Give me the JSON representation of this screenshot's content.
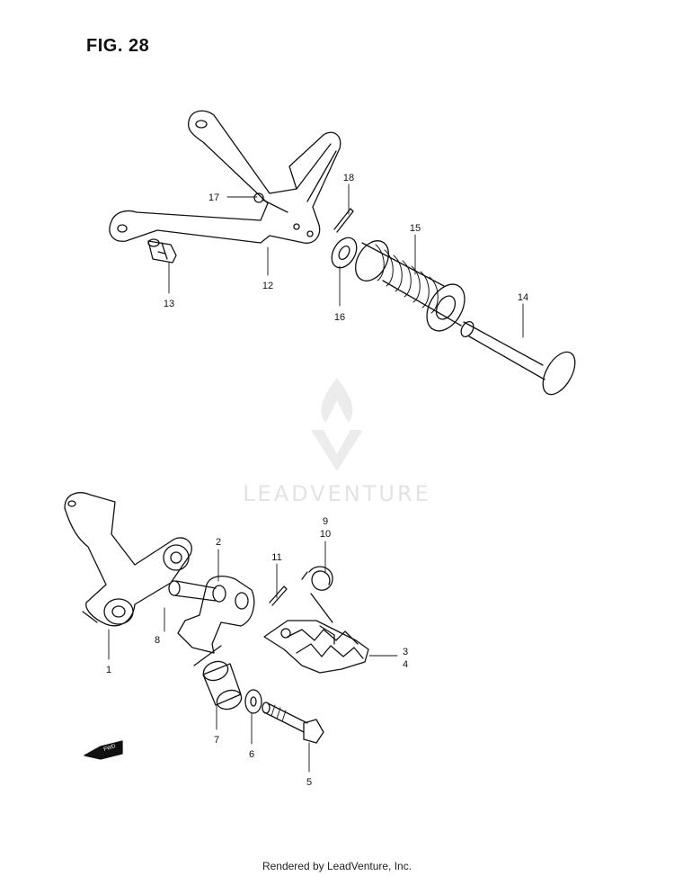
{
  "figure": {
    "title": "FIG. 28"
  },
  "watermark": {
    "brand": "LEADVENTURE"
  },
  "fwd_badge": {
    "label": "FWD"
  },
  "footer": {
    "rendered_by": "Rendered by LeadVenture, Inc."
  },
  "callouts": [
    "1",
    "2",
    "3",
    "4",
    "5",
    "6",
    "7",
    "8",
    "9",
    "10",
    "11",
    "12",
    "13",
    "14",
    "15",
    "16",
    "17",
    "18"
  ]
}
